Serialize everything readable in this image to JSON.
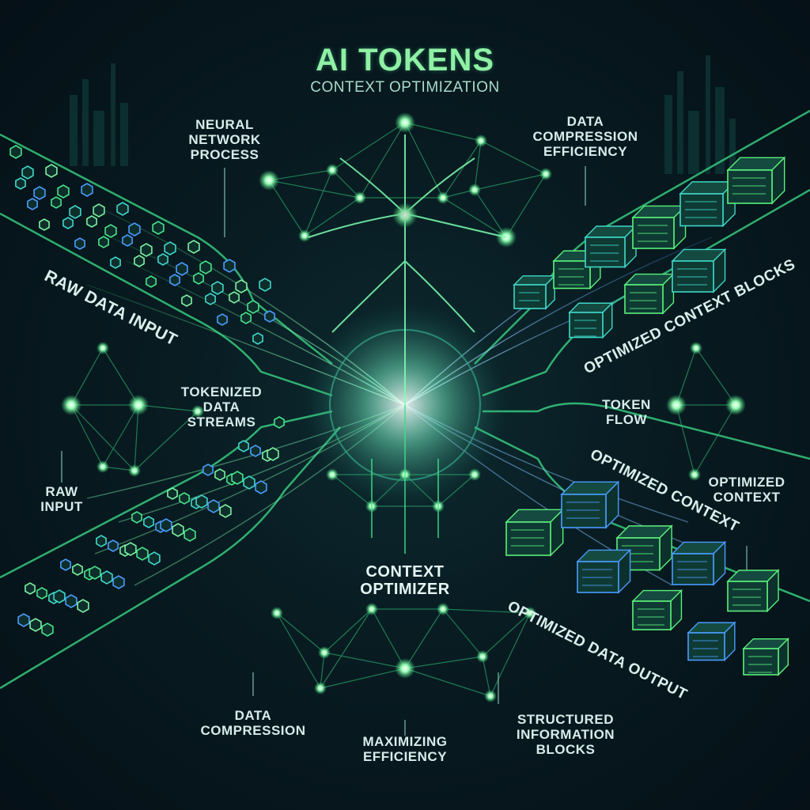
{
  "title": "AI TOKENS",
  "subtitle": "CONTEXT OPTIMIZATION",
  "labels": {
    "neural_network_process": "NEURAL\nNETWORK\nPROCESS",
    "data_compression_efficiency": "DATA\nCOMPRESSION\nEFFICIENCY",
    "raw_data_input": "RAW DATA INPUT",
    "optimized_context_blocks": "OPTIMIZED CONTEXT BLOCKS",
    "tokenized_data_streams": "TOKENIZED\nDATA\nSTREAMS",
    "token_flow": "TOKEN\nFLOW",
    "raw_input": "RAW\nINPUT",
    "optimized_context_right": "OPTIMIZED\nCONTEXT",
    "optimized_context_diagonal": "OPTIMIZED CONTEXT",
    "context_optimizer": "CONTEXT\nOPTIMIZER",
    "optimized_data_output": "OPTIMIZED DATA OUTPUT",
    "data_compression": "DATA\nCOMPRESSION",
    "maximizing_efficiency": "MAXIMIZING\nEFFICIENCY",
    "structured_information_blocks": "STRUCTURED\nINFORMATION\nBLOCKS"
  },
  "colors": {
    "background": "#06141a",
    "accent_green": "#5af07a",
    "accent_cyan": "#3fd6c8",
    "accent_blue": "#4a9cff",
    "text": "#d6ecea",
    "title": "#8ff0a4"
  }
}
